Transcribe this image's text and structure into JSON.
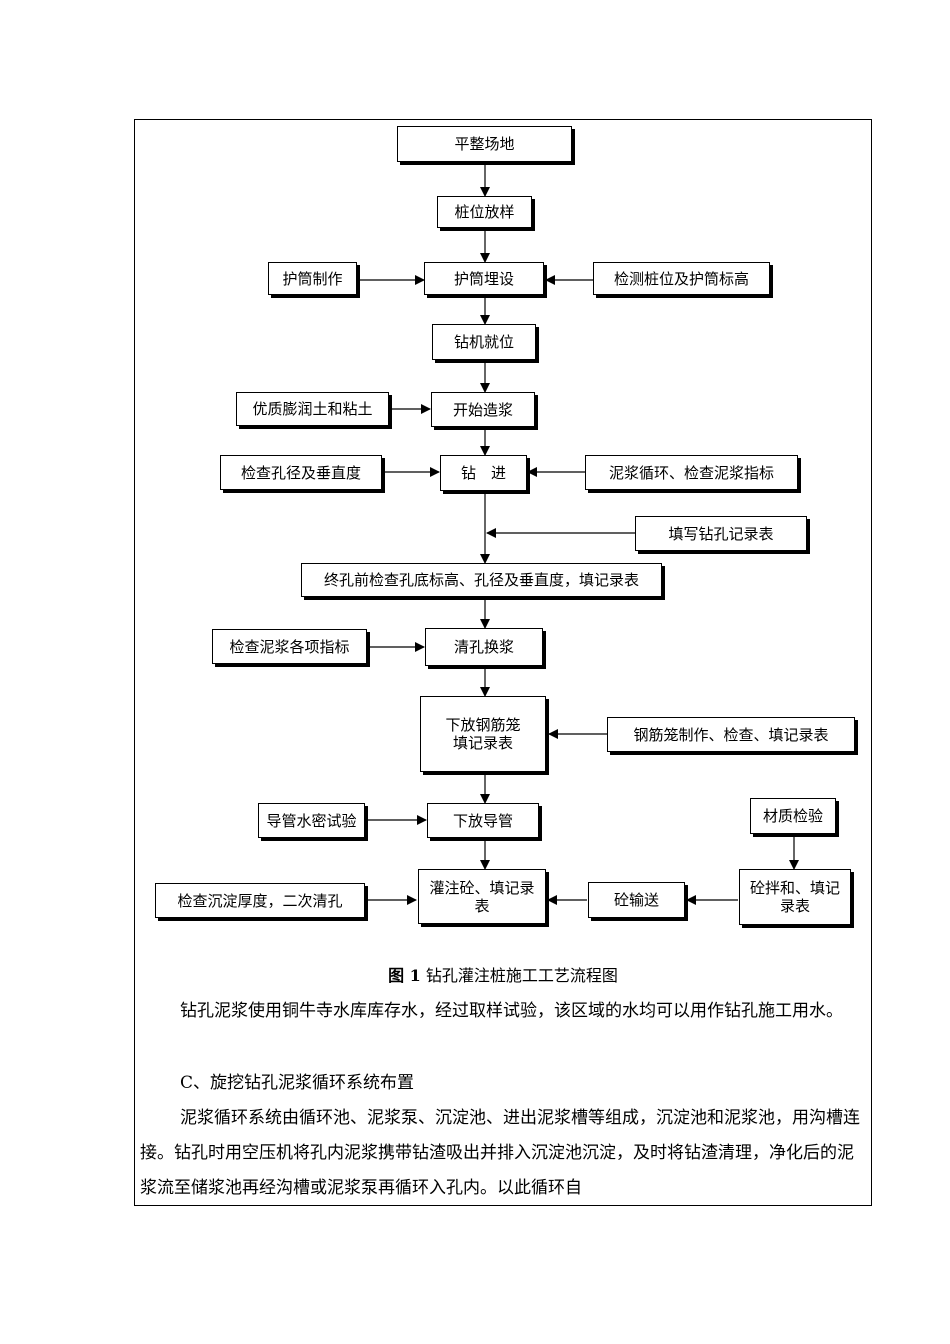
{
  "flowchart": {
    "boxes": {
      "pingzheng": "平整场地",
      "zhuangwei": "桩位放样",
      "hutong_zhizuo": "护筒制作",
      "hutong_maishe": "护筒埋设",
      "jiance": "检测桩位及护筒标高",
      "zuanji": "钻机就位",
      "youzhi": "优质膨润土和粘土",
      "kaishi": "开始造浆",
      "jiancha_kongjing": "检查孔径及垂直度",
      "zuanjin": "钻　进",
      "nijiang_xunhuan": "泥浆循环、检查泥浆指标",
      "tianxie": "填写钻孔记录表",
      "zhongkong": "终孔前检查孔底标高、孔径及垂直度，填记录表",
      "jiancha_nijiang": "检查泥浆各项指标",
      "qingkong": "清孔换浆",
      "xiafang_gangjin": "下放钢筋笼\n填记录表",
      "gangjin_zhizuo": "钢筋笼制作、检查、填记录表",
      "daoguan_shiyan": "导管水密试验",
      "xiafang_daoguan": "下放导管",
      "caizhi": "材质检验",
      "guanzhu": "灌注砼、填记录\n表",
      "shusong": "砼输送",
      "jiaoban": "砼拌和、填记\n录表",
      "jiancha_chendian": "检查沉淀厚度，二次清孔"
    }
  },
  "caption": {
    "prefix": "图 1",
    "text": " 钻孔灌注桩施工工艺流程图"
  },
  "paragraphs": [
    "钻孔泥浆使用铜牛寺水库库存水，经过取样试验，该区域的水均可以用作钻孔施工用水。",
    "C、旋挖钻孔泥浆循环系统布置",
    "泥浆循环系统由循环池、泥浆泵、沉淀池、进出泥浆槽等组成，沉淀池和泥浆池，用沟槽连接。钻孔时用空压机将孔内泥浆携带钻渣吸出并排入沉淀池沉淀，及时将钻渣清理，净化后的泥浆流至储浆池再经沟槽或泥浆泵再循环入孔内。以此循环自"
  ]
}
